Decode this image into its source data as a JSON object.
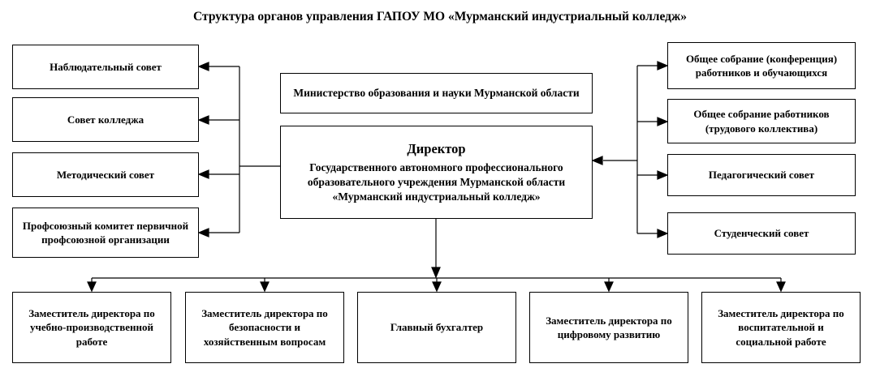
{
  "title": "Структура органов управления ГАПОУ МО «Мурманский индустриальный колледж»",
  "ministry": "Министерство образования и науки Мурманской области",
  "director": {
    "heading": "Директор",
    "body": "Государственного автономного профессионального образовательного учреждения Мурманской области «Мурманский индустриальный колледж»"
  },
  "left_boxes": [
    "Наблюдательный совет",
    "Совет колледжа",
    "Методический совет",
    "Профсоюзный комитет первичной профсоюзной организации"
  ],
  "right_boxes": [
    "Общее собрание (конференция) работников и обучающихся",
    "Общее собрание работников (трудового коллектива)",
    "Педагогический совет",
    "Студенческий совет"
  ],
  "bottom_boxes": [
    "Заместитель директора по учебно-производственной работе",
    "Заместитель директора по безопасности и хозяйственным вопросам",
    "Главный бухгалтер",
    "Заместитель директора по цифровому развитию",
    "Заместитель директора по воспитательной и социальной работе"
  ],
  "colors": {
    "border": "#000000",
    "background": "#ffffff",
    "text": "#000000"
  }
}
